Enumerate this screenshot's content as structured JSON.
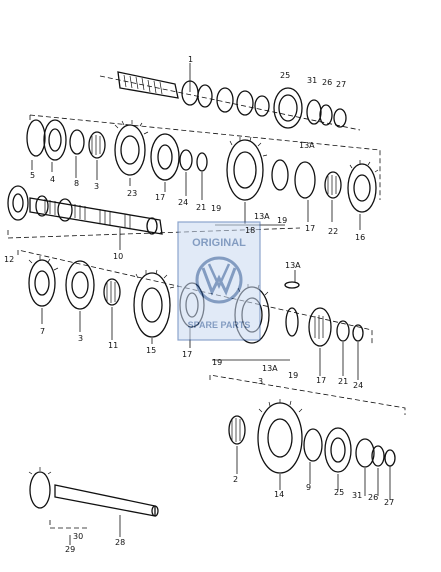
{
  "watermark": {
    "top": "ORIGINAL",
    "bottom": "SPARE PARTS",
    "emblem": "vw-logo"
  },
  "labels": {
    "l1": "1",
    "l25a": "25",
    "l31a": "31",
    "l26a": "26",
    "l27a": "27",
    "l5a": "5",
    "l4": "4",
    "l8": "8",
    "l3a": "3",
    "l23": "23",
    "l17a": "17",
    "l24a": "24",
    "l21a": "21",
    "l19a": "19",
    "l13Aa": "13A",
    "l13Ab": "13A",
    "l19b": "19",
    "l18": "18",
    "l17b": "17",
    "l22": "22",
    "l16": "16",
    "l12": "12",
    "l10": "10",
    "l13Ac": "13A",
    "l7": "7",
    "l3b": "3",
    "l11": "11",
    "l15": "15",
    "l17c": "17",
    "l19c": "19",
    "l13Ad": "13A",
    "l3c": "3",
    "l19d": "19",
    "l17d": "17",
    "l21b": "21",
    "l24b": "24",
    "l2": "2",
    "l14": "14",
    "l9": "9",
    "l25b": "25",
    "l31b": "31",
    "l26b": "26",
    "l27b": "27",
    "l30": "30",
    "l29": "29",
    "l28": "28"
  }
}
